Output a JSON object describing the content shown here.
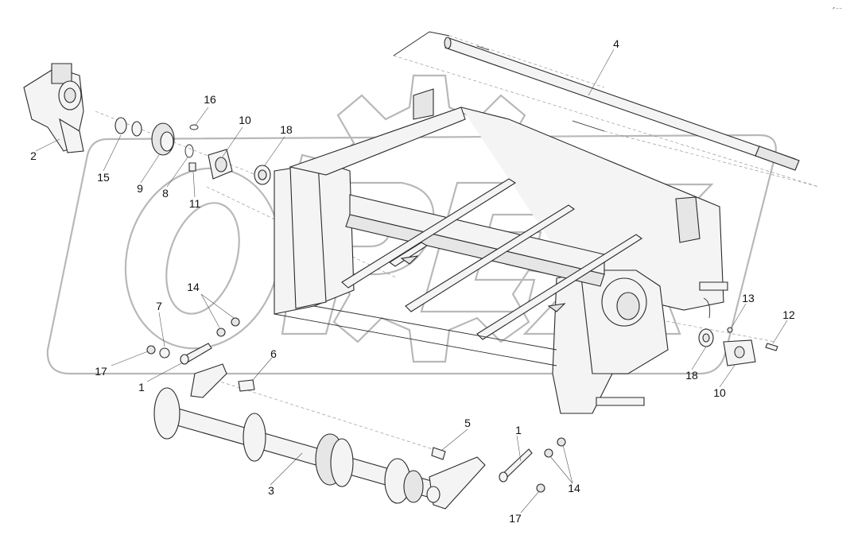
{
  "watermark": {
    "text": "OPEX"
  },
  "corner_mark": "↗ – –",
  "callouts": [
    {
      "id": "c1a",
      "text": "1"
    },
    {
      "id": "c1b",
      "text": "1"
    },
    {
      "id": "c2",
      "text": "2"
    },
    {
      "id": "c3",
      "text": "3"
    },
    {
      "id": "c4",
      "text": "4"
    },
    {
      "id": "c5",
      "text": "5"
    },
    {
      "id": "c6",
      "text": "6"
    },
    {
      "id": "c7",
      "text": "7"
    },
    {
      "id": "c8",
      "text": "8"
    },
    {
      "id": "c9",
      "text": "9"
    },
    {
      "id": "c10a",
      "text": "10"
    },
    {
      "id": "c10b",
      "text": "10"
    },
    {
      "id": "c11",
      "text": "11"
    },
    {
      "id": "c12",
      "text": "12"
    },
    {
      "id": "c13",
      "text": "13"
    },
    {
      "id": "c14a",
      "text": "14"
    },
    {
      "id": "c14b",
      "text": "14"
    },
    {
      "id": "c15",
      "text": "15"
    },
    {
      "id": "c16",
      "text": "16"
    },
    {
      "id": "c17a",
      "text": "17"
    },
    {
      "id": "c17b",
      "text": "17"
    },
    {
      "id": "c18a",
      "text": "18"
    },
    {
      "id": "c18b",
      "text": "18"
    }
  ]
}
